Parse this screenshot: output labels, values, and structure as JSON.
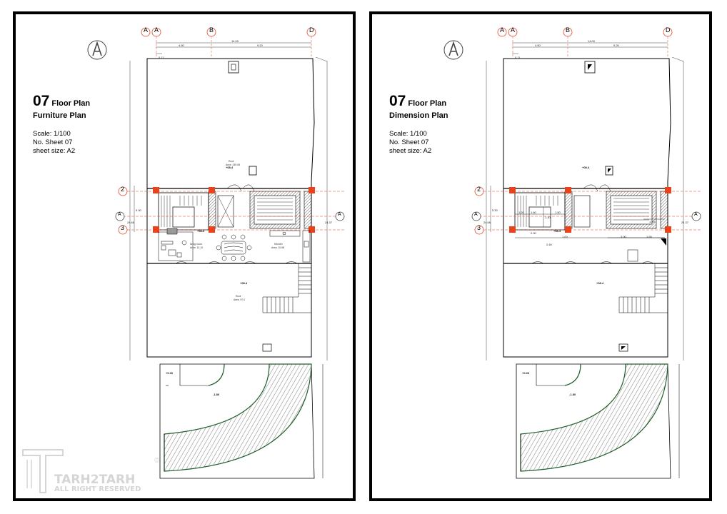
{
  "sheets": [
    {
      "number": "07",
      "floor_label": "Floor Plan",
      "plan_type": "Furniture Plan",
      "scale": "Scale: 1/100",
      "sheet_no": "No. Sheet 07",
      "sheet_size": "sheet size: A2"
    },
    {
      "number": "07",
      "floor_label": "Floor Plan",
      "plan_type": "Dimension Plan",
      "scale": "Scale: 1/100",
      "sheet_no": "No. Sheet 07",
      "sheet_size": "sheet size: A2"
    }
  ],
  "grid": {
    "columns": [
      "A",
      "A",
      "B",
      "D"
    ],
    "rows": [
      "2",
      "A",
      "3"
    ],
    "top_dims": [
      "14.00",
      "4.50",
      "9.20",
      "0.11"
    ],
    "side_dims": [
      "5.30",
      "24.66",
      "24.37"
    ]
  },
  "rooms": {
    "roof_top": {
      "name": "Roof",
      "area": "Area: 135.08"
    },
    "living": {
      "name": "living room",
      "area": "Area: 13.10"
    },
    "kitchen": {
      "name": "Kitchen",
      "area": "Area: 10.58"
    },
    "roof_mid": {
      "name": "Roof",
      "area": "Area: 97.0"
    }
  },
  "levels": [
    "+08.4",
    "+08.4",
    "+08.4",
    "+0.00",
    "-1.80"
  ],
  "dimension_plan_dims": [
    "1.20",
    "1.60",
    "1.30",
    "1.50",
    "1.20",
    "2.40",
    "1.00",
    "3.00",
    "1.60",
    "2.90"
  ],
  "watermark": {
    "brand": "TARH2TARH",
    "rights": "ALL RIGHT RESERVED",
    "copyright": "©"
  },
  "colors": {
    "column": "#e8431a",
    "grid_line": "#e0452a",
    "ramp": "#1f5e2a",
    "wall": "#000000"
  }
}
